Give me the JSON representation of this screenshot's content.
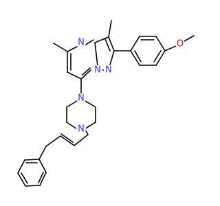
{
  "molecule": {
    "atoms": {
      "n_pyrimidine": "N",
      "n_bridge": "N",
      "n_pyrazole": "N",
      "o_methoxy": "O",
      "n_piperazine_top": "N",
      "n_piperazine_bottom": "N"
    }
  },
  "colors": {
    "nitrogen": "#3333ff",
    "oxygen": "#ff0000",
    "bond": "#000000",
    "background": "#ffffff"
  }
}
